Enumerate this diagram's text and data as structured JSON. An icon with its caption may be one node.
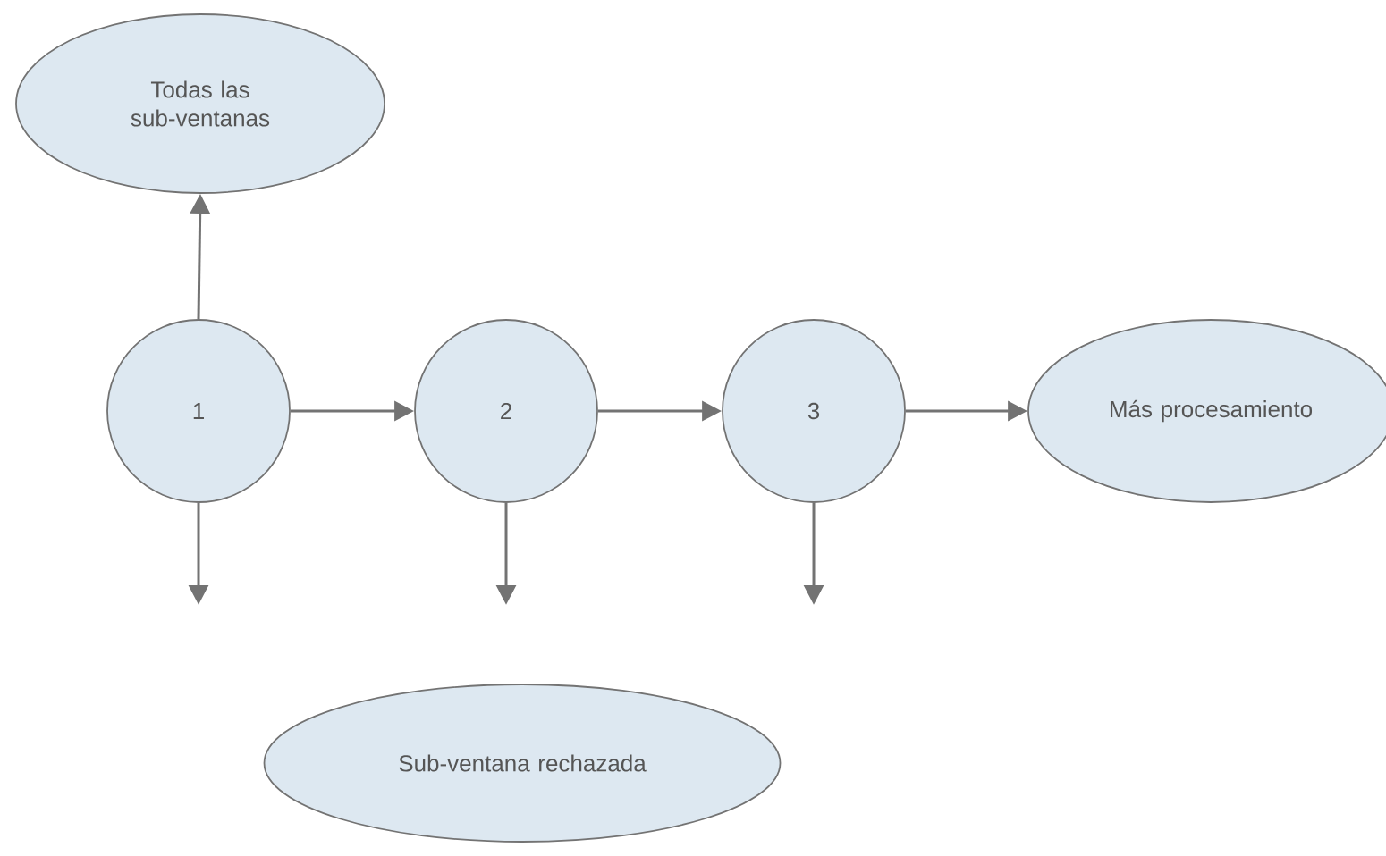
{
  "diagram": {
    "nodes": [
      {
        "text": [
          "Todas las sub-ventanas"
        ]
      },
      {
        "text": [
          "1"
        ]
      },
      {
        "text": [
          "2"
        ]
      },
      {
        "text": [
          "3"
        ]
      },
      {
        "text": [
          "Más procesamiento"
        ]
      },
      {
        "text": [
          "Sub-ventana rechazada"
        ]
      }
    ],
    "edges": [
      {
        "from": 1,
        "to": 0,
        "arrow": "to"
      },
      {
        "from": 1,
        "to": 2,
        "arrow": "to"
      },
      {
        "from": 2,
        "to": 3,
        "arrow": "to"
      },
      {
        "from": 3,
        "to": 4,
        "arrow": "to"
      },
      {
        "from": 1,
        "to": null,
        "arrow": "to"
      },
      {
        "from": 2,
        "to": null,
        "arrow": "to"
      },
      {
        "from": 3,
        "to": null,
        "arrow": "to"
      }
    ]
  }
}
